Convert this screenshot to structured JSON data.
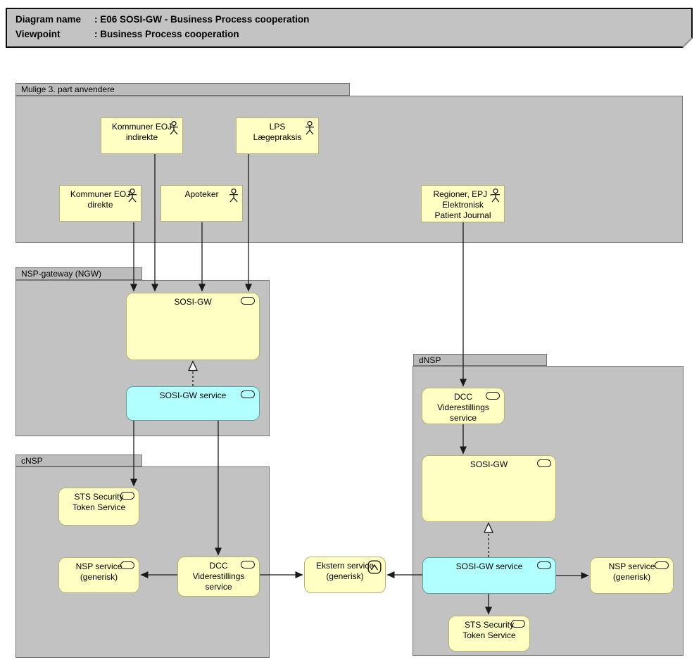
{
  "title_box": {
    "rows": [
      {
        "label": "Diagram name",
        "value": ": E06 SOSI-GW - Business Process cooperation"
      },
      {
        "label": "Viewpoint",
        "value": ": Business Process cooperation"
      }
    ]
  },
  "groups": {
    "mulige": {
      "label": "Mulige 3. part anvendere"
    },
    "ngw": {
      "label": "NSP-gateway (NGW)"
    },
    "cnsp": {
      "label": "cNSP"
    },
    "dnsp": {
      "label": "dNSP"
    }
  },
  "nodes": {
    "kommuner_eoj_indirekte": {
      "label": "Kommuner EOJ\nindirekte",
      "type": "business-actor"
    },
    "lps_laegepraksis": {
      "label": "LPS\nLægepraksis",
      "type": "business-actor"
    },
    "kommuner_eoj_direkte": {
      "label": "Kommuner EOJ\ndirekte",
      "type": "business-actor"
    },
    "apoteker": {
      "label": "Apoteker",
      "type": "business-actor"
    },
    "regioner_epj": {
      "label": "Regioner, EPJ -\nElektronisk\nPatient Journal",
      "type": "business-actor"
    },
    "ngw_sosi_gw": {
      "label": "SOSI-GW",
      "type": "application-component"
    },
    "ngw_sosi_gw_service": {
      "label": "SOSI-GW service",
      "type": "application-service"
    },
    "cnsp_sts": {
      "label": "STS Security\nToken Service",
      "type": "application-component"
    },
    "cnsp_nsp_service": {
      "label": "NSP service\n(generisk)",
      "type": "application-component"
    },
    "cnsp_dcc": {
      "label": "DCC\nViderestillings\nservice",
      "type": "application-component"
    },
    "ekstern_service": {
      "label": "Ekstern service\n(generisk)",
      "type": "external-service"
    },
    "dnsp_dcc": {
      "label": "DCC\nViderestillings\nservice",
      "type": "application-component"
    },
    "dnsp_sosi_gw": {
      "label": "SOSI-GW",
      "type": "application-component"
    },
    "dnsp_sosi_gw_service": {
      "label": "SOSI-GW service",
      "type": "application-service"
    },
    "dnsp_nsp_service": {
      "label": "NSP service\n(generisk)",
      "type": "application-component"
    },
    "dnsp_sts": {
      "label": "STS Security\nToken Service",
      "type": "application-component"
    }
  },
  "edges": [
    {
      "from": "kommuner_eoj_direkte",
      "to": "ngw_sosi_gw",
      "style": "solid-arrow"
    },
    {
      "from": "kommuner_eoj_indirekte",
      "to": "ngw_sosi_gw",
      "style": "solid-arrow"
    },
    {
      "from": "apoteker",
      "to": "ngw_sosi_gw",
      "style": "solid-arrow"
    },
    {
      "from": "lps_laegepraksis",
      "to": "ngw_sosi_gw",
      "style": "solid-arrow"
    },
    {
      "from": "regioner_epj",
      "to": "dnsp_dcc",
      "style": "solid-arrow"
    },
    {
      "from": "ngw_sosi_gw_service",
      "to": "ngw_sosi_gw",
      "style": "realization-dashed"
    },
    {
      "from": "ngw_sosi_gw_service",
      "to": "cnsp_sts",
      "style": "solid-arrow"
    },
    {
      "from": "ngw_sosi_gw_service",
      "to": "cnsp_dcc",
      "style": "solid-arrow"
    },
    {
      "from": "cnsp_dcc",
      "to": "cnsp_nsp_service",
      "style": "solid-arrow"
    },
    {
      "from": "cnsp_dcc",
      "to": "ekstern_service",
      "style": "solid-arrow"
    },
    {
      "from": "dnsp_sosi_gw_service",
      "to": "ekstern_service",
      "style": "solid-arrow"
    },
    {
      "from": "dnsp_sosi_gw_service",
      "to": "dnsp_nsp_service",
      "style": "solid-arrow"
    },
    {
      "from": "dnsp_dcc",
      "to": "dnsp_sosi_gw",
      "style": "solid-arrow"
    },
    {
      "from": "dnsp_sosi_gw_service",
      "to": "dnsp_sts",
      "style": "solid-arrow"
    },
    {
      "from": "dnsp_sosi_gw_service",
      "to": "dnsp_sosi_gw",
      "style": "realization-dashed"
    }
  ],
  "colors": {
    "group_fill": "#c2c2c2",
    "group_tab_fill": "#bcbcbc",
    "group_border": "#757575",
    "node_yellow": "#ffffc4",
    "node_yellow_border": "#b3b373",
    "node_cyan": "#b2ffff",
    "node_cyan_border": "#5f9e9e",
    "title_fill": "#c3c3c3",
    "connector": "#1a1a1a"
  }
}
